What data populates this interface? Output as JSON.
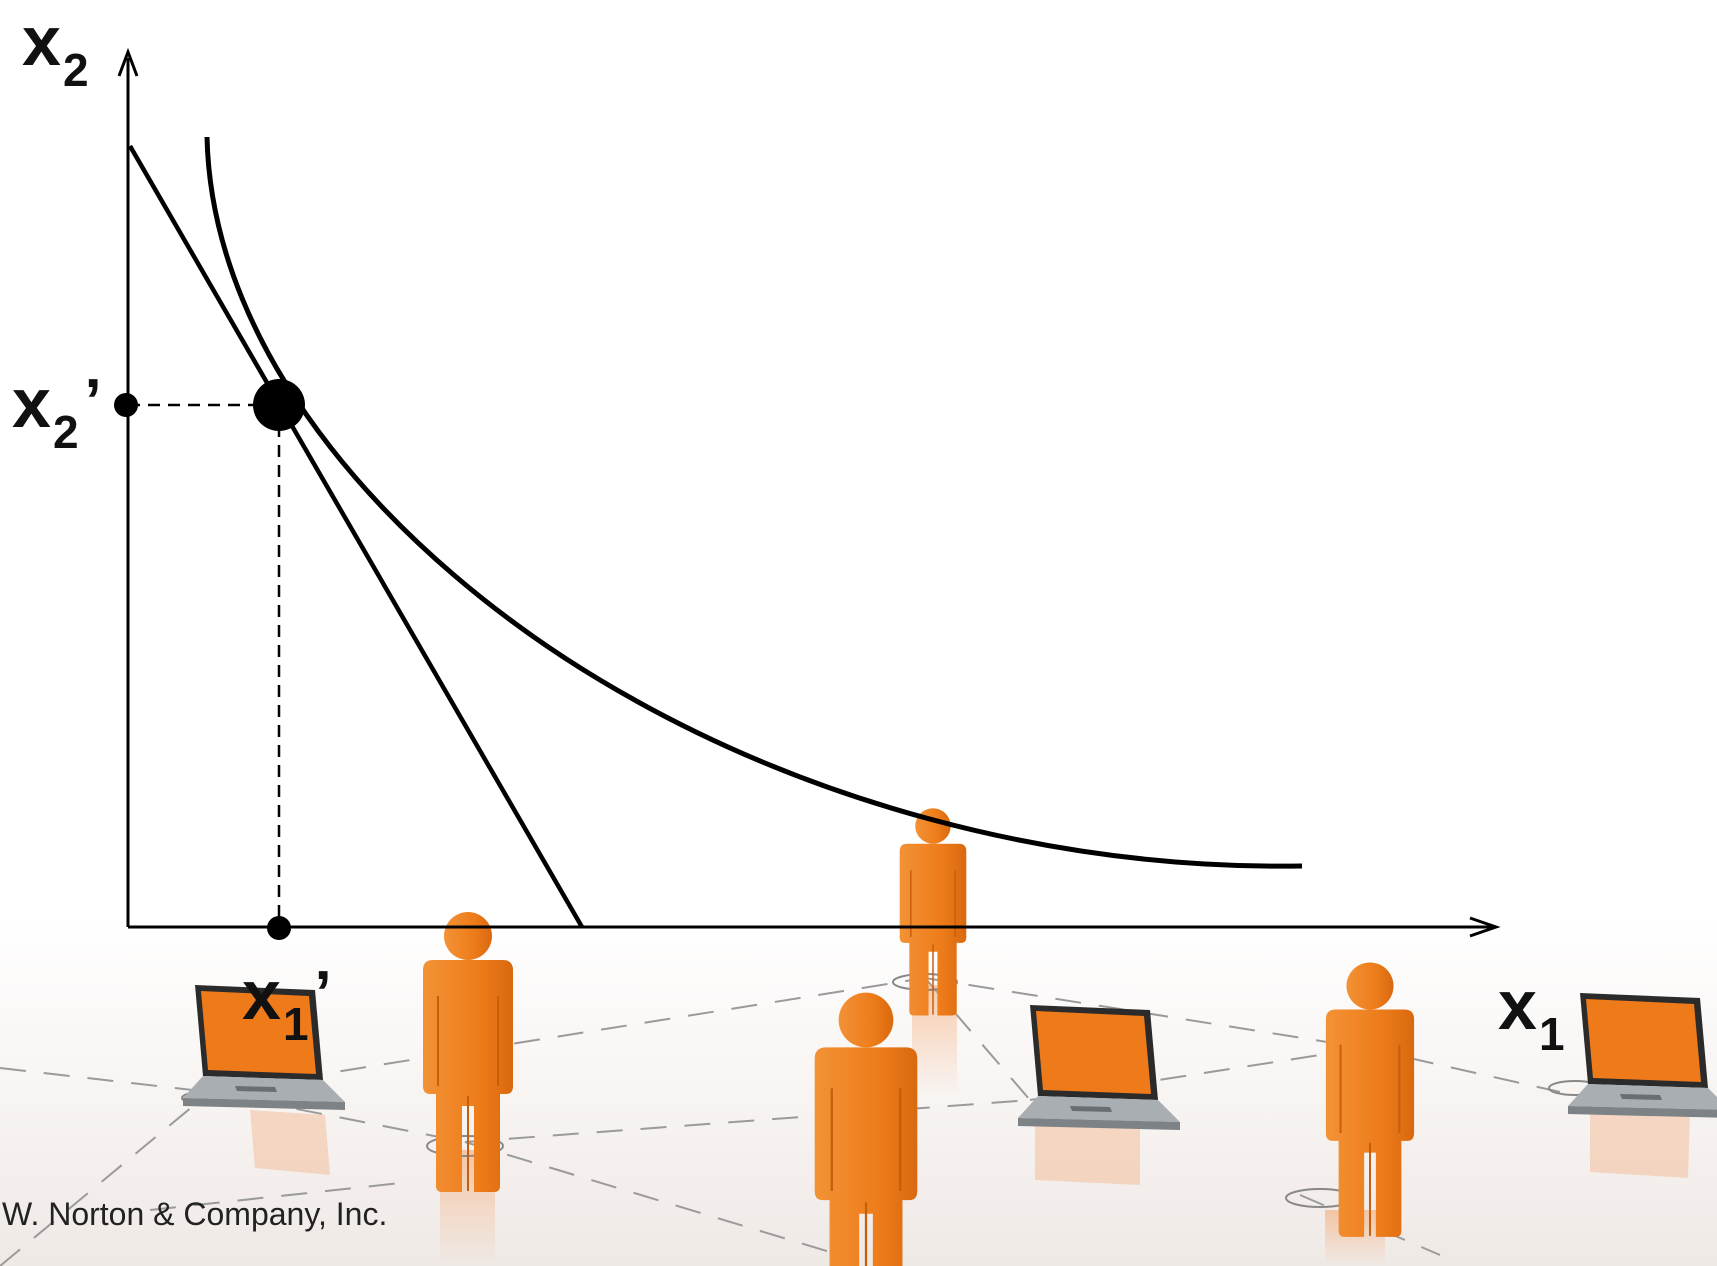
{
  "axes": {
    "y": {
      "var": "x",
      "sub": "2"
    },
    "x": {
      "var": "x",
      "sub": "1"
    }
  },
  "point_labels": {
    "x2": {
      "var": "x",
      "sub": "2",
      "prime": "’"
    },
    "x1": {
      "var": "x",
      "sub": "1",
      "prime": "’"
    }
  },
  "footer": {
    "copyright": "W. Norton & Company, Inc."
  },
  "colors": {
    "ink": "#000000",
    "figure_orange": "#f07f1b",
    "figure_shade": "#c65e0c",
    "laptop_screen": "#ee7a1a",
    "laptop_body": "#9aa0a6",
    "floor_line": "#9a9a9a"
  }
}
